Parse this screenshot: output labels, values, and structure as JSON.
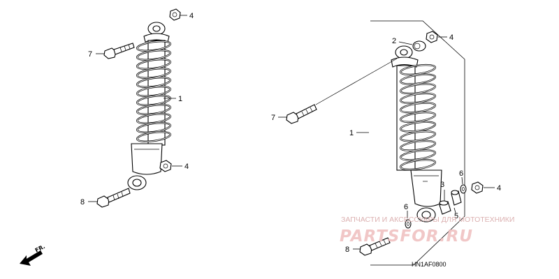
{
  "diagram": {
    "callouts": {
      "left_nut_top": "4",
      "left_bolt_top": "7",
      "left_shock": "1",
      "left_nut_bottom": "4",
      "left_bolt_bottom": "8",
      "right_collar_top": "2",
      "right_nut_top": "4",
      "right_bolt_top": "7",
      "right_shock": "1",
      "right_washer_upper": "6",
      "right_nut_bottom": "4",
      "right_bushing": "3",
      "right_washer_lower": "6",
      "right_collar_bottom": "5",
      "right_bolt_bottom": "8"
    },
    "direction_marker": "FR.",
    "diagram_code": "HN1AF0800"
  },
  "watermark": {
    "caption": "ЗАПЧАСТИ И АКСЕССУАРЫ ДЛЯ МОТОТЕХНИКИ",
    "brand": "PARTSFOR.RU"
  }
}
